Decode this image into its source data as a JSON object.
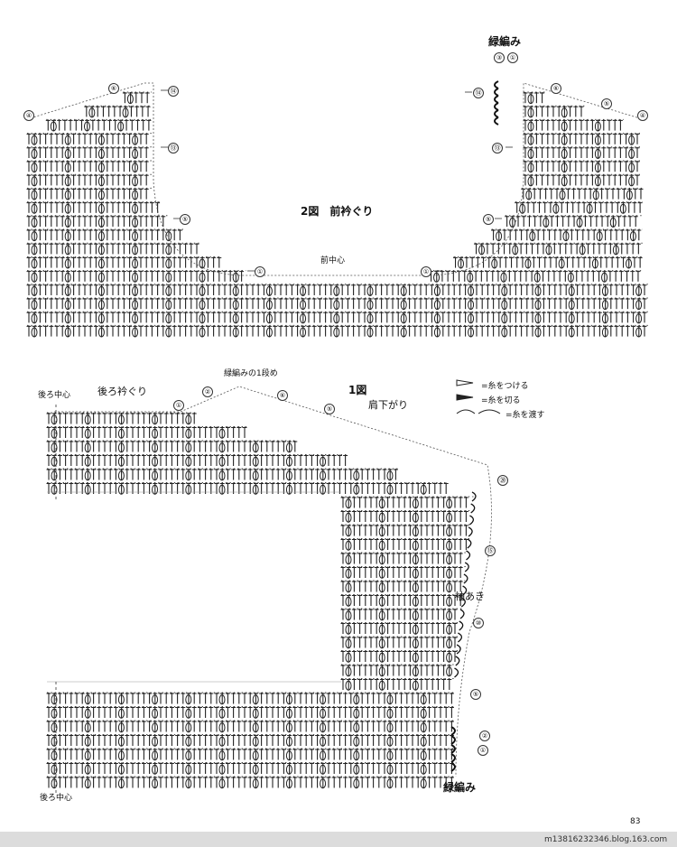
{
  "diagram2": {
    "title": "2図　前衿ぐり",
    "top_label": "緑編み",
    "center_label": "前中心",
    "top_numbers": [
      "③",
      "①"
    ],
    "row_numbers": {
      "r14": "⑭",
      "r13": "⑬",
      "r6": "⑥",
      "r5": "⑤",
      "r4": "④",
      "r1": "①"
    }
  },
  "diagram1": {
    "title": "1図",
    "subtitle": "肩下がり",
    "back_neck": "後ろ衿ぐり",
    "back_center_top": "後ろ中心",
    "back_center_bottom": "後ろ中心",
    "first_row_label": "緑編みの1段め",
    "armhole": "袖あき",
    "edging": "緑編み",
    "row_numbers": {
      "r1": "①",
      "r2": "②",
      "r6": "⑥",
      "r5": "⑤",
      "r20": "⑳",
      "r15": "⑮",
      "r10": "⑩",
      "r5b": "⑤",
      "r2b": "②",
      "r1b": "①"
    }
  },
  "legend": {
    "attach": "=糸をつける",
    "cut": "=糸を切る",
    "carry": "=糸を渡す"
  },
  "page_number": "83",
  "watermark": "m13816232346.blog.163.com"
}
